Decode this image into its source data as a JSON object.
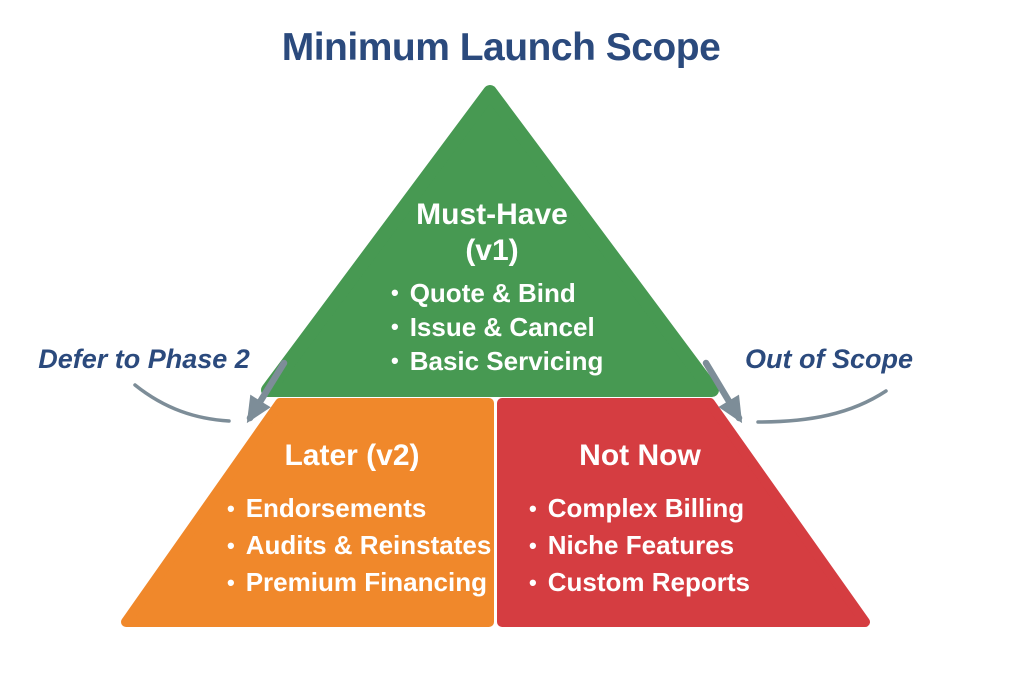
{
  "title": "Minimum Launch Scope",
  "glyphs": {
    "bullet": "•"
  },
  "colors": {
    "background": "#ffffff",
    "title_navy": "#2b4a7d",
    "green": "#479952",
    "orange": "#f0882b",
    "red": "#d53d41",
    "arrow_gray": "#7d8d98",
    "shape_text": "#ffffff"
  },
  "pyramid": {
    "must_have": {
      "heading_line1": "Must-Have",
      "heading_line2": "(v1)",
      "items": [
        "Quote & Bind",
        "Issue & Cancel",
        "Basic Servicing"
      ]
    },
    "later": {
      "heading": "Later (v2)",
      "items": [
        "Endorsements",
        "Audits & Reinstates",
        "Premium Financing"
      ]
    },
    "not_now": {
      "heading": "Not Now",
      "items": [
        "Complex Billing",
        "Niche Features",
        "Custom Reports"
      ]
    }
  },
  "annotations": {
    "left": "Defer to Phase 2",
    "right": "Out of Scope"
  }
}
